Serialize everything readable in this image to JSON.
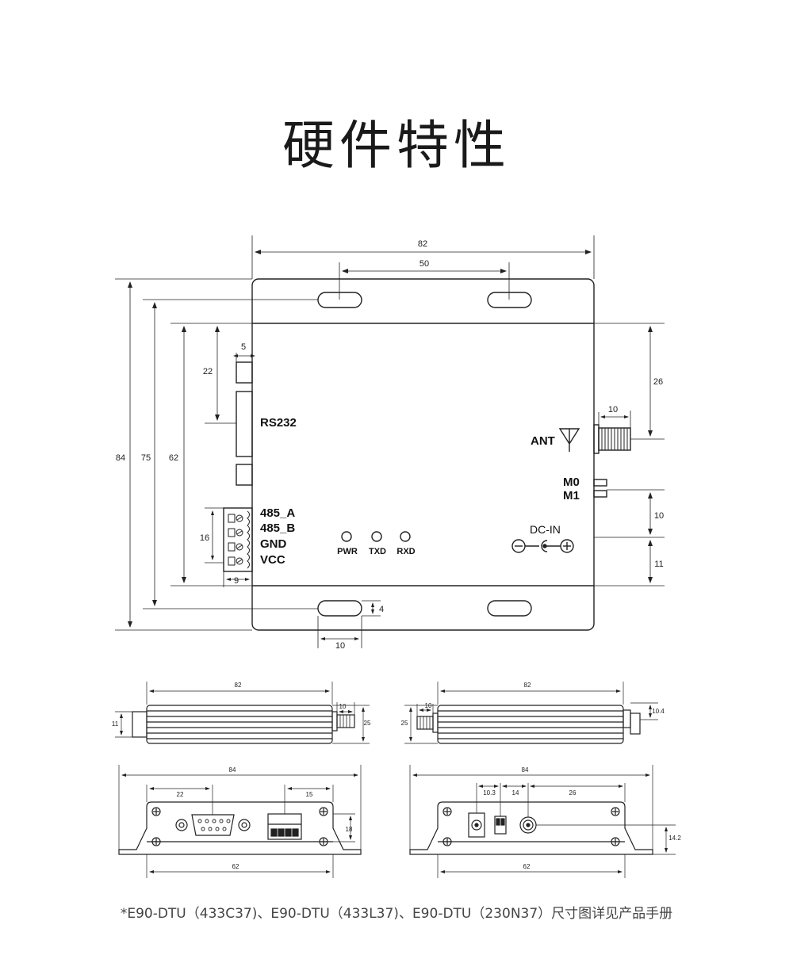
{
  "title": "硬件特性",
  "footnote": "*E90-DTU（433C37)、E90-DTU（433L37)、E90-DTU（230N37）尺寸图详见产品手册",
  "front_view": {
    "dims": {
      "width_82": "82",
      "hole_spacing_50": "50",
      "height_84": "84",
      "height_75": "75",
      "height_62": "62",
      "rs232_22": "22",
      "rs232_5": "5",
      "ant_26": "26",
      "ant_10": "10",
      "dcin_10": "10",
      "dcin_11": "11",
      "terminal_16": "16",
      "terminal_9": "9",
      "slot_4": "4",
      "slot_10": "10"
    },
    "labels": {
      "rs232": "RS232",
      "ant": "ANT",
      "m0": "M0",
      "m1": "M1",
      "dcin": "DC-IN",
      "a485": "485_A",
      "b485": "485_B",
      "gnd": "GND",
      "vcc": "VCC",
      "pwr": "PWR",
      "txd": "TXD",
      "rxd": "RXD"
    }
  },
  "side_view_left": {
    "dims": {
      "length_82": "82",
      "ant_10": "10",
      "height_25": "25",
      "connector_11": "11"
    }
  },
  "side_view_right": {
    "dims": {
      "length_82": "82",
      "ant_10": "10",
      "height_25": "25",
      "connector_10_4": "10.4"
    }
  },
  "end_view_left": {
    "dims": {
      "width_84": "84",
      "db9_22": "22",
      "terminal_15": "15",
      "terminal_18": "18",
      "inner_62": "62"
    }
  },
  "end_view_right": {
    "dims": {
      "width_84": "84",
      "dc_10_3": "10.3",
      "dip_14": "14",
      "sma_26": "26",
      "sma_14_2": "14.2",
      "inner_62": "62"
    }
  },
  "colors": {
    "line": "#222222",
    "body": "#ffffff"
  }
}
